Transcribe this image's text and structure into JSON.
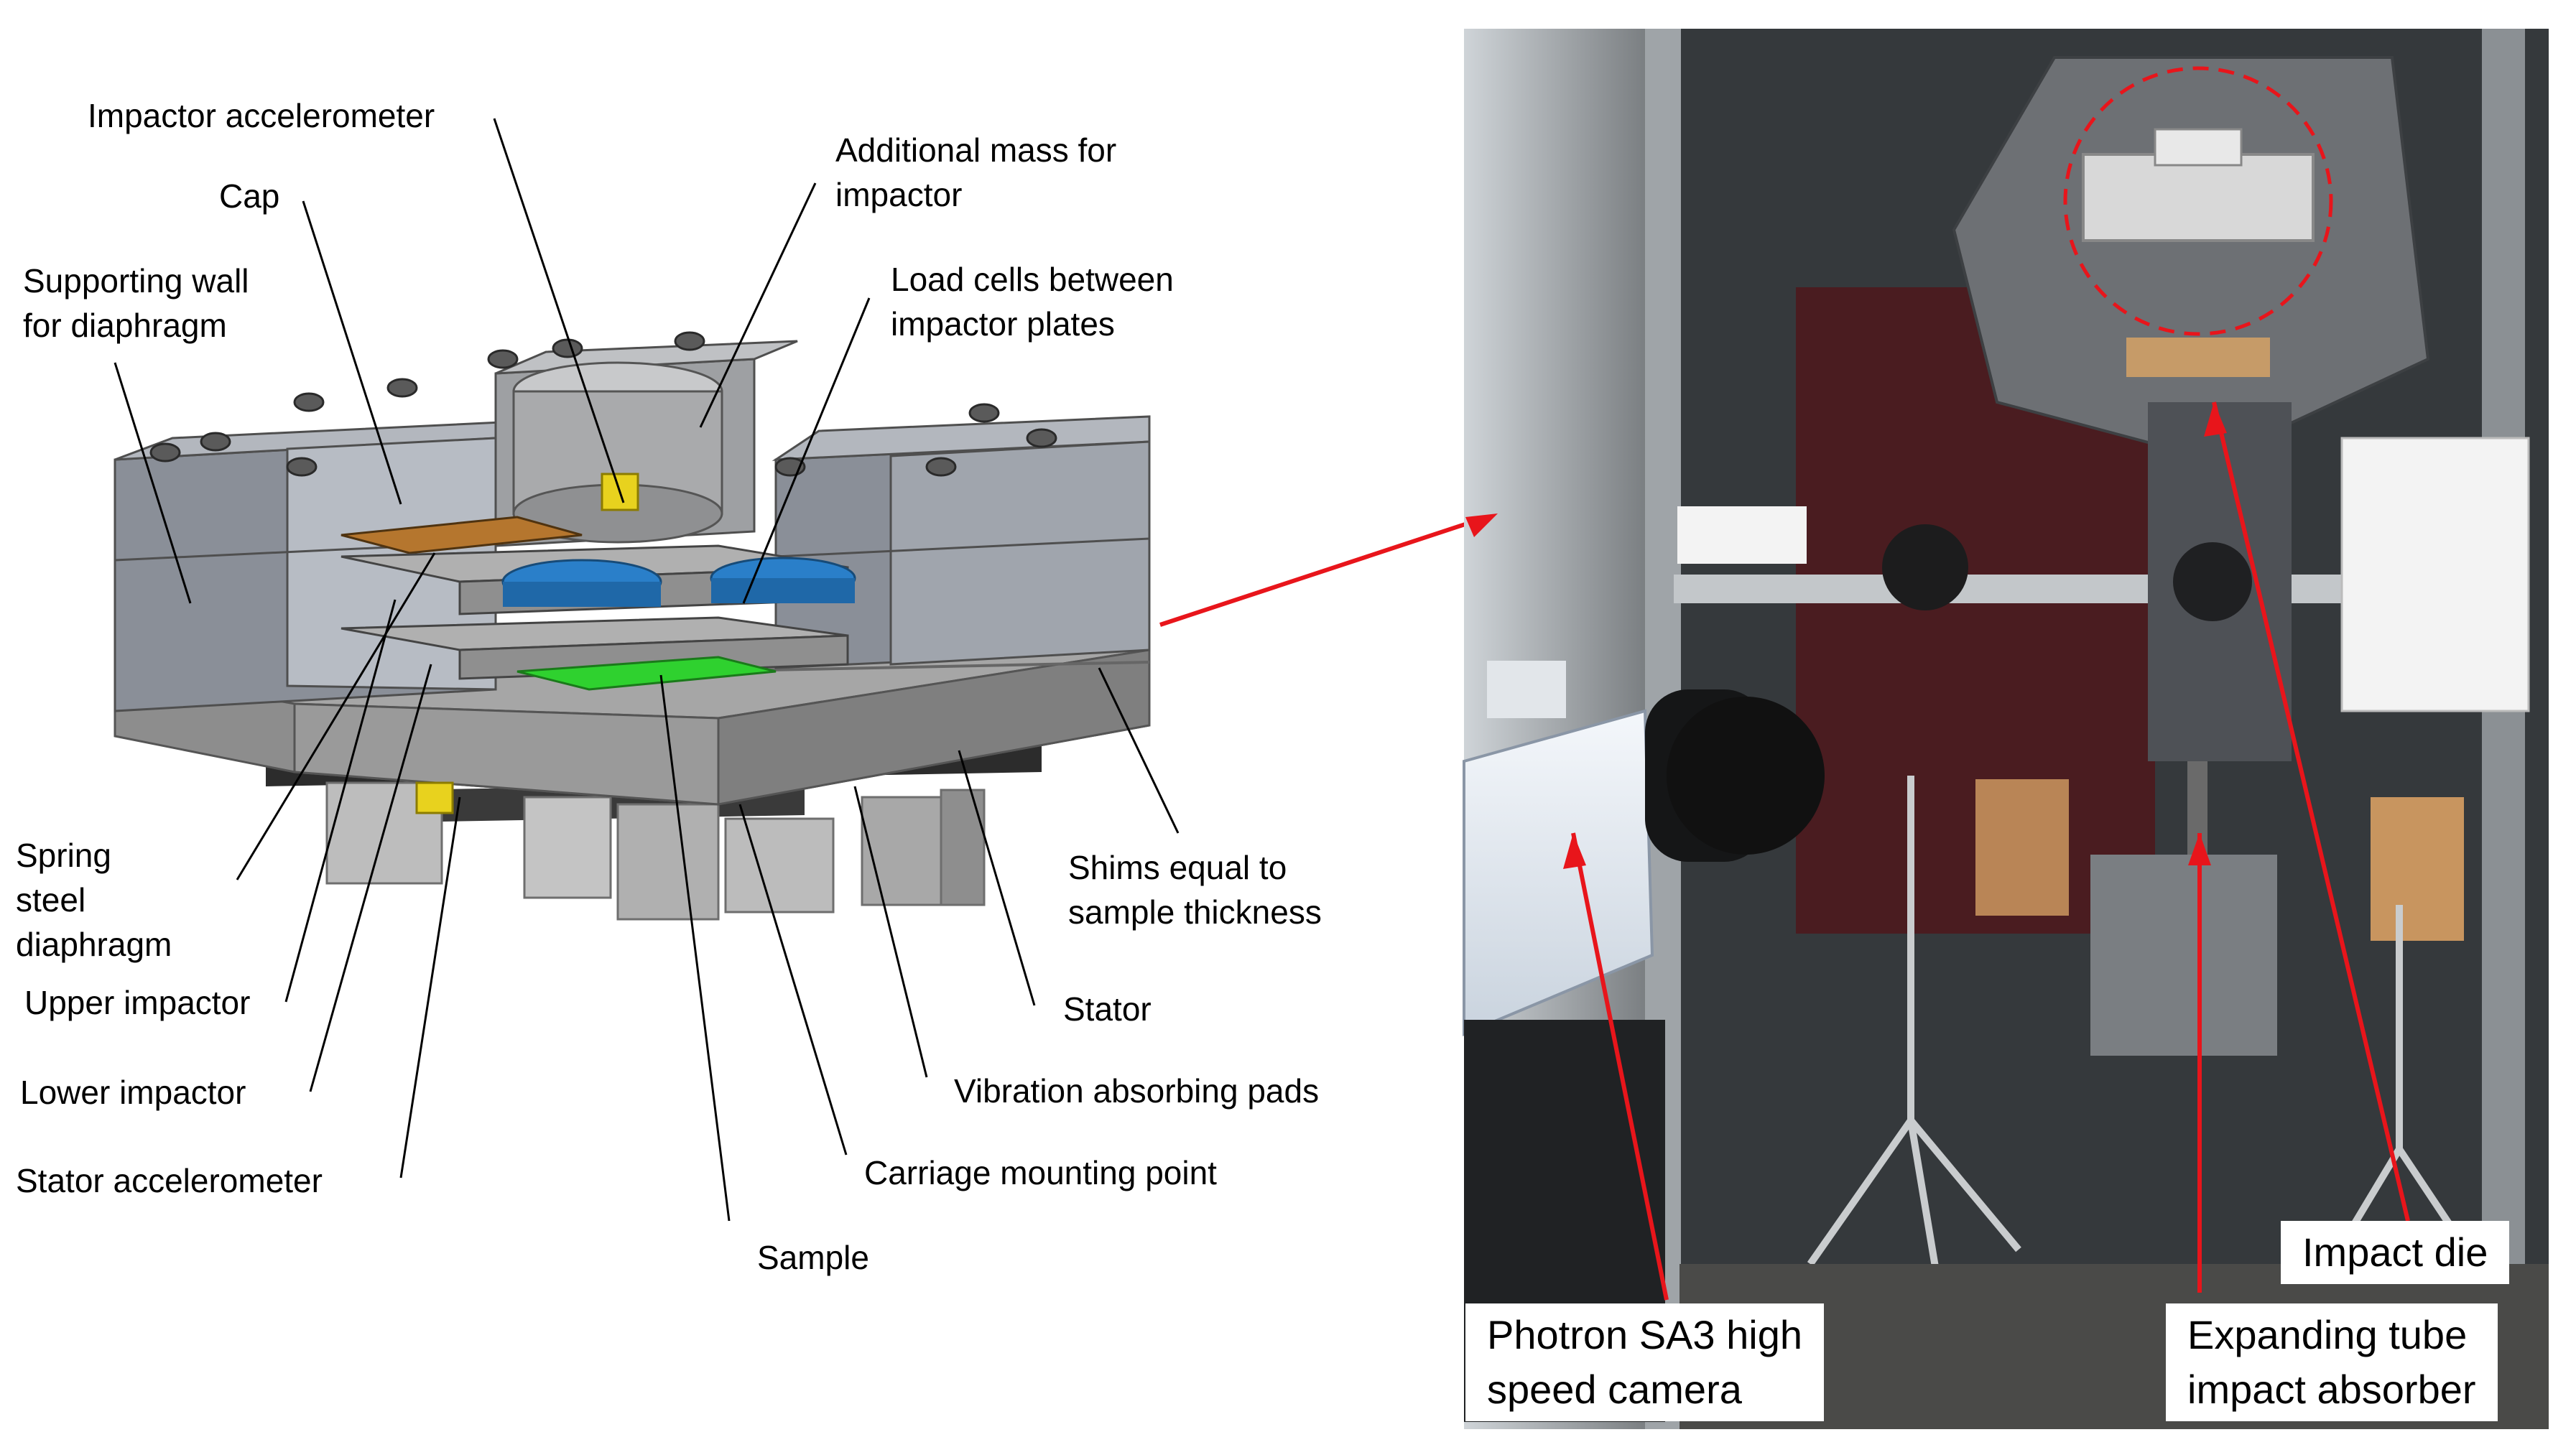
{
  "diagram": {
    "labels": {
      "impactor_accelerometer": "Impactor accelerometer",
      "cap": "Cap",
      "supporting_wall": "Supporting wall\nfor diaphragm",
      "additional_mass": "Additional mass for\nimpactor",
      "load_cells": "Load cells between\nimpactor plates",
      "spring_steel": "Spring\nsteel\ndiaphragm",
      "upper_impactor": "Upper impactor",
      "lower_impactor": "Lower impactor",
      "stator_accelerometer": "Stator accelerometer",
      "sample": "Sample",
      "carriage_mounting": "Carriage mounting point",
      "vibration_pads": "Vibration absorbing pads",
      "stator": "Stator",
      "shims": "Shims equal to\nsample thickness"
    },
    "part_colors": {
      "steel_top": "#a9a9a9",
      "steel_side": "#8c8c8c",
      "cap_plate": "#b5762e",
      "load_cells": "#2a7fc9",
      "sample": "#2fd12f",
      "accelerometer": "#e8d21e",
      "pads": "#3a3a3a",
      "leader_lines": "#000000"
    }
  },
  "photo": {
    "labels": {
      "impact_die": "Impact die",
      "camera": "Photron SA3 high\nspeed camera",
      "expanding_tube": "Expanding tube\nimpact absorber"
    },
    "annotation_color": "#e8151b"
  }
}
